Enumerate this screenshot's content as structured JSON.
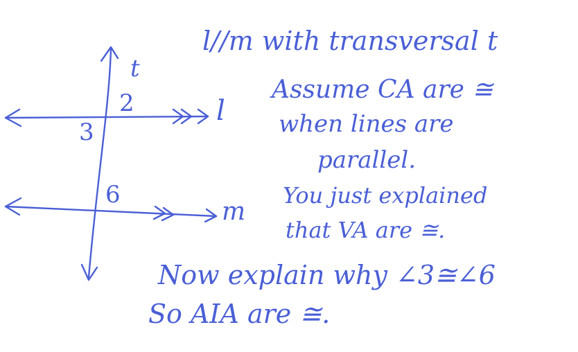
{
  "diagram": {
    "labels": {
      "t": "t",
      "l": "l",
      "m": "m",
      "angle2": "2",
      "angle3": "3",
      "angle6": "6"
    }
  },
  "notes": {
    "line1": "l//m with transversal t",
    "line2": "Assume CA are ≅",
    "line3": "when lines are",
    "line4": "parallel.",
    "line5": "You just explained",
    "line6": "that VA are ≅.",
    "line7": "Now explain why ∠3≅∠6",
    "line8": "So AIA are ≅."
  },
  "colors": {
    "ink": "#4a5fd6",
    "paper": "#ffffff"
  }
}
